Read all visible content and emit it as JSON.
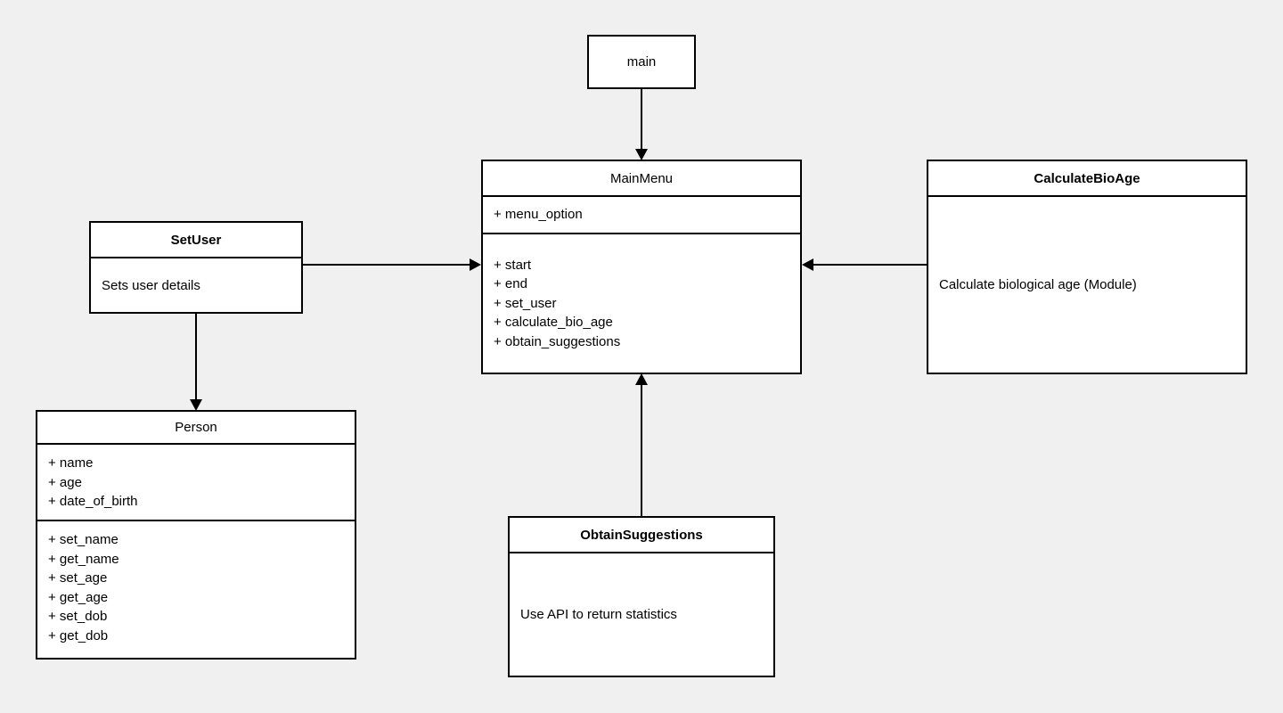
{
  "diagram": {
    "title": "UML Class Diagram",
    "type": "uml-class-diagram",
    "background_color": "#f0f0f0",
    "box_fill_color": "#ffffff",
    "line_color": "#000000"
  },
  "classes": {
    "main": {
      "name": "main",
      "title_bold": false,
      "title_align": "center",
      "compartments": [
        "title"
      ]
    },
    "main_menu": {
      "name": "MainMenu",
      "title_bold": false,
      "attributes": [
        "+ menu_option"
      ],
      "operations": [
        "+ start",
        "+ end",
        "+ set_user",
        "+ calculate_bio_age",
        "+ obtain_suggestions"
      ]
    },
    "set_user": {
      "name": "SetUser",
      "title_bold": true,
      "description": "Sets user details"
    },
    "person": {
      "name": "Person",
      "title_bold": false,
      "attributes": [
        "+ name",
        "+ age",
        "+ date_of_birth"
      ],
      "operations": [
        "+ set_name",
        "+ get_name",
        "+ set_age",
        "+ get_age",
        "+ set_dob",
        "+ get_dob"
      ]
    },
    "calculate_bio_age": {
      "name": "CalculateBioAge",
      "title_bold": true,
      "description": "Calculate biological age (Module)"
    },
    "obtain_suggestions": {
      "name": "ObtainSuggestions",
      "title_bold": true,
      "description": "Use API to return statistics"
    }
  },
  "connections": [
    {
      "id": "main-to-mainmenu",
      "from": "main",
      "to": "main_menu",
      "direction": "down",
      "arrowhead": "filled-triangle"
    },
    {
      "id": "setuser-to-mainmenu",
      "from": "set_user",
      "to": "main_menu",
      "direction": "right",
      "arrowhead": "filled-triangle"
    },
    {
      "id": "setuser-to-person",
      "from": "set_user",
      "to": "person",
      "direction": "down",
      "arrowhead": "filled-triangle"
    },
    {
      "id": "calculatebioage-to-mainmenu",
      "from": "calculate_bio_age",
      "to": "main_menu",
      "direction": "left",
      "arrowhead": "filled-triangle"
    },
    {
      "id": "obtainsuggestions-to-mainmenu",
      "from": "obtain_suggestions",
      "to": "main_menu",
      "direction": "up",
      "arrowhead": "filled-triangle"
    }
  ]
}
